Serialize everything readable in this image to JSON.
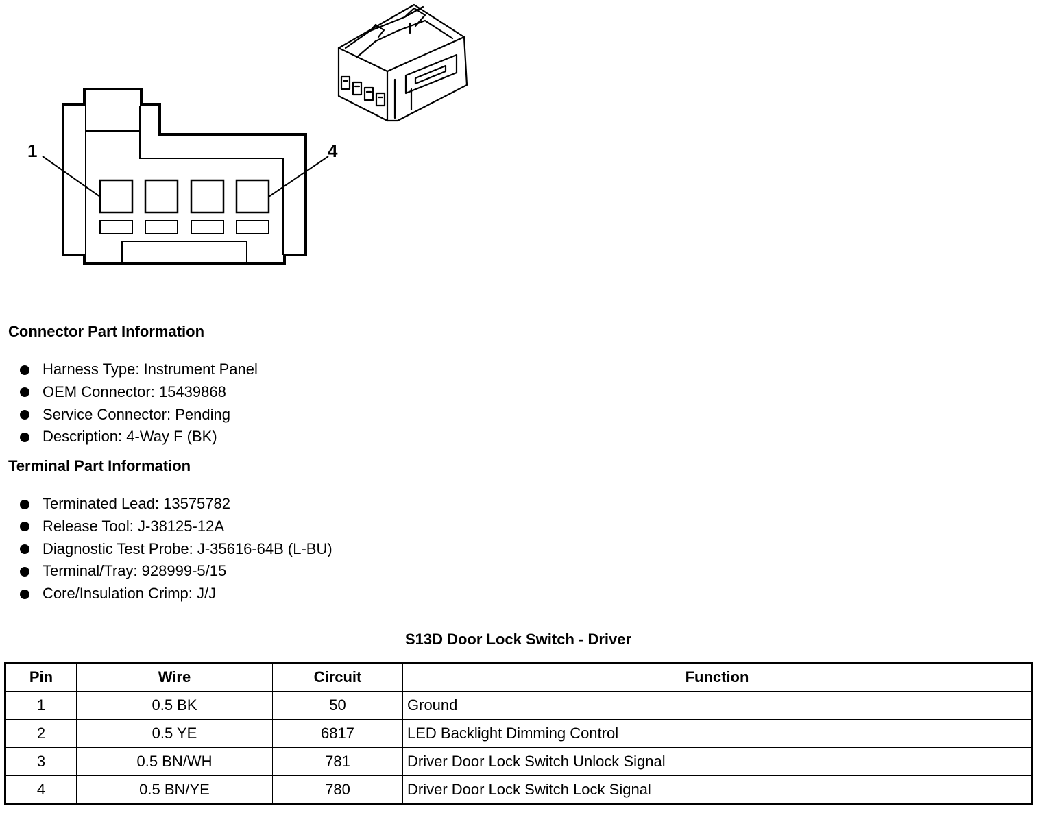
{
  "diagram": {
    "pin_labels": [
      "1",
      "4"
    ]
  },
  "connector_info": {
    "heading": "Connector Part Information",
    "items": [
      "Harness Type: Instrument Panel",
      "OEM Connector: 15439868",
      "Service Connector: Pending",
      "Description: 4-Way F (BK)"
    ]
  },
  "terminal_info": {
    "heading": "Terminal Part Information",
    "items": [
      "Terminated Lead: 13575782",
      "Release Tool: J-38125-12A",
      "Diagnostic Test Probe: J-35616-64B (L-BU)",
      "Terminal/Tray: 928999-5/15",
      "Core/Insulation Crimp: J/J"
    ]
  },
  "pin_table": {
    "title": "S13D Door Lock Switch - Driver",
    "headers": [
      "Pin",
      "Wire",
      "Circuit",
      "Function"
    ],
    "rows": [
      [
        "1",
        "0.5 BK",
        "50",
        "Ground"
      ],
      [
        "2",
        "0.5 YE",
        "6817",
        "LED Backlight Dimming Control"
      ],
      [
        "3",
        "0.5 BN/WH",
        "781",
        "Driver Door Lock Switch Unlock Signal"
      ],
      [
        "4",
        "0.5 BN/YE",
        "780",
        "Driver Door Lock Switch Lock Signal"
      ]
    ]
  }
}
